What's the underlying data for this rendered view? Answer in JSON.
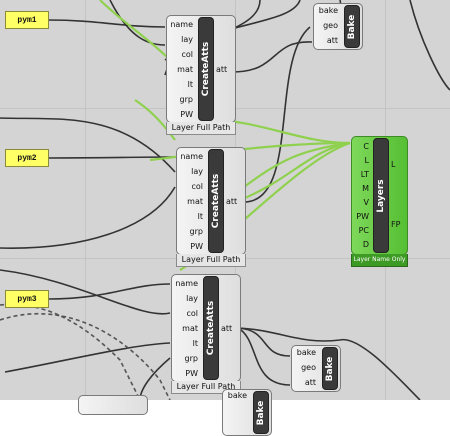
{
  "panels": [
    {
      "id": "p1",
      "text": "pym1"
    },
    {
      "id": "p2",
      "text": "pym2"
    },
    {
      "id": "p3",
      "text": "pym3"
    }
  ],
  "createAtts": {
    "title": "CreateAtts",
    "inputs": [
      "name",
      "lay",
      "col",
      "mat",
      "lt",
      "grp",
      "PW"
    ],
    "output": "att",
    "caption": "Layer Full Path"
  },
  "bake": {
    "title": "Bake",
    "inputs": [
      "bake",
      "geo",
      "att"
    ]
  },
  "layers": {
    "title": "Layers",
    "inputs": [
      "C",
      "L",
      "LT",
      "M",
      "V",
      "PW",
      "PC",
      "D"
    ],
    "outputs": [
      "L",
      "FP"
    ],
    "caption": "Layer Name Only"
  },
  "colors": {
    "canvas": "#d4d4d4",
    "wire": "#333333",
    "wire_selected": "#8fd14f",
    "panel": "#ffff66",
    "component_green": "#6fd049"
  }
}
